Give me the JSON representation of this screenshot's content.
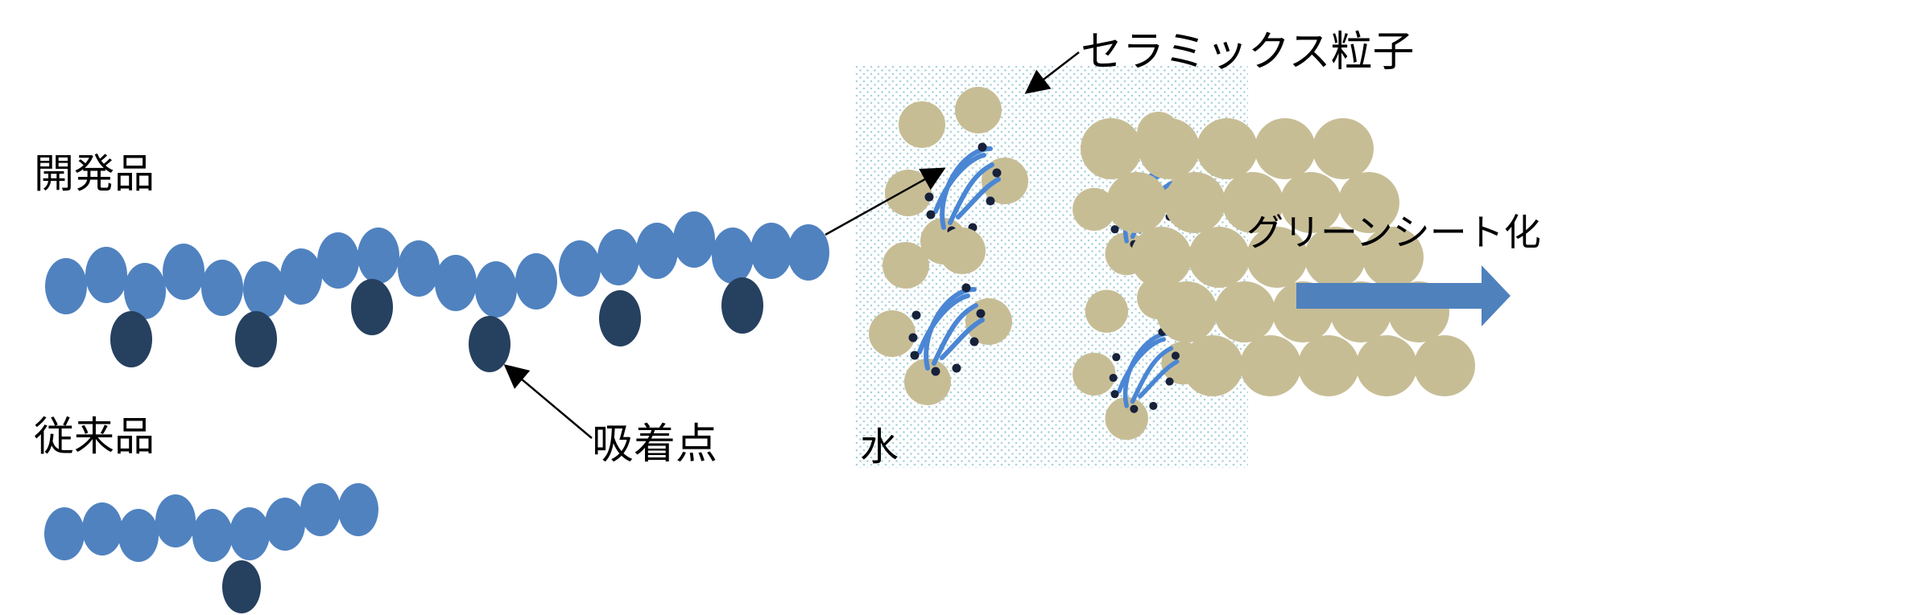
{
  "labels": {
    "developed": "開発品",
    "conventional": "従来品",
    "adsorption_point": "吸着点",
    "water": "水",
    "ceramic_particle": "セラミックス粒子",
    "green_sheet": "グリーンシート化"
  },
  "colors": {
    "chain": "#5082c0",
    "anchor": "#26405f",
    "ceramic": "#c7bd95",
    "water_dot": "#a9d3dc",
    "adsorbed_chain": "#4a86d4",
    "binding_dot": "#17213a",
    "arrow": "#4f81bd"
  }
}
